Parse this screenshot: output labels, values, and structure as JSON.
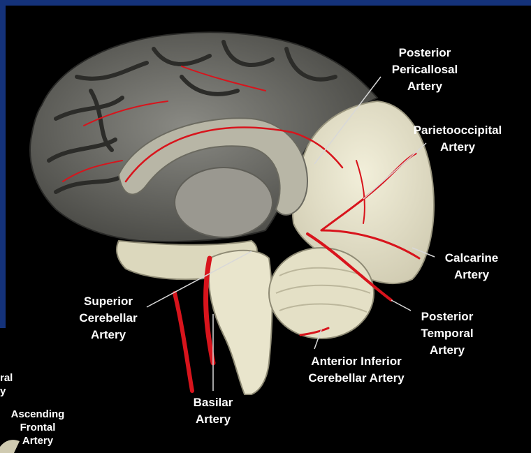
{
  "labels": {
    "posterior_pericallosal": [
      "Posterior",
      "Pericallosal",
      "Artery"
    ],
    "parietooccipital": [
      "Parietooccipital",
      "Artery"
    ],
    "calcarine": [
      "Calcarine",
      "Artery"
    ],
    "posterior_temporal": [
      "Posterior",
      "Temporal",
      "Artery"
    ],
    "anterior_inferior_cerebellar": [
      "Anterior Inferior",
      "Cerebellar Artery"
    ],
    "basilar": [
      "Basilar",
      "Artery"
    ],
    "superior_cerebellar": [
      "Superior",
      "Cerebellar",
      "Artery"
    ],
    "inset_partial": [
      "ral",
      "y"
    ],
    "ascending_frontal": [
      "Ascending",
      "Frontal",
      "Artery"
    ]
  },
  "colors": {
    "frame": "#14327a",
    "panel": "#000000",
    "artery": "#d8141c",
    "brain_light": "#e6e2c8",
    "brain_dark": "#5a5a56"
  }
}
